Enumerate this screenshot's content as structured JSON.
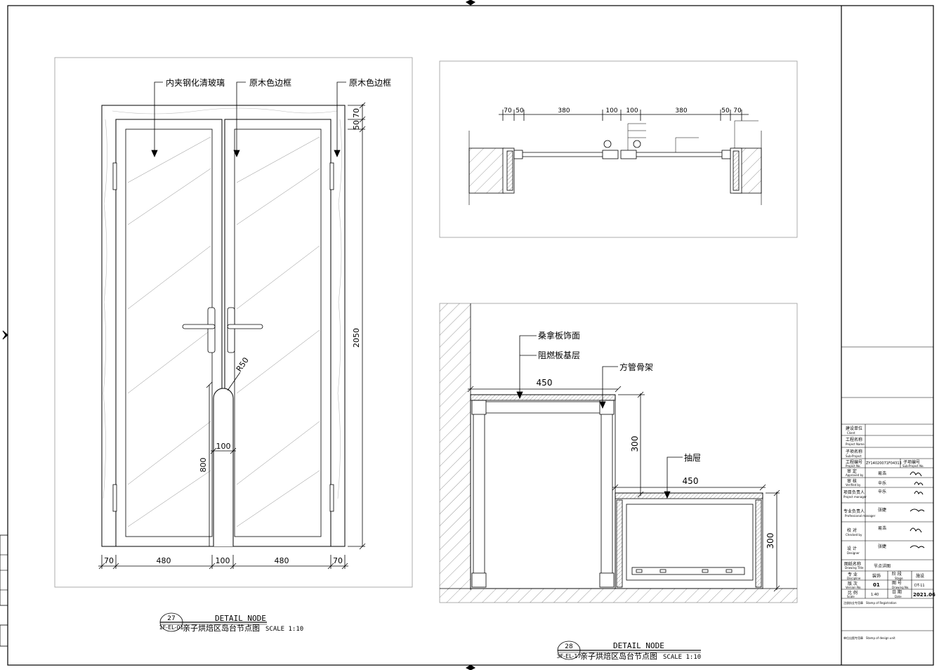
{
  "drawing1": {
    "callouts": [
      "内夹钢化清玻璃",
      "原木色边框",
      "原木色边框"
    ],
    "dims_bottom": [
      "70",
      "480",
      "100",
      "480",
      "70"
    ],
    "dims_right": [
      "70",
      "50",
      "2050"
    ],
    "radius_label": "R50",
    "inner_width": "100",
    "inner_height": "800",
    "tag_number": "27",
    "tag_ref": "1F-EL-01",
    "title_en": "DETAIL NODE",
    "title_cn": "亲子烘焙区岛台节点图",
    "scale": "SCALE 1:10"
  },
  "drawing2": {
    "dims_top": [
      "70",
      "50",
      "380",
      "100",
      "100",
      "380",
      "50",
      "70"
    ]
  },
  "drawing3": {
    "callouts": [
      "桑拿板饰面",
      "阻燃板基层",
      "方管骨架",
      "抽屉"
    ],
    "dims": [
      "450",
      "300",
      "450",
      "300"
    ],
    "tag_number": "28",
    "tag_ref": "3F-EL-17",
    "title_en": "DETAIL NODE",
    "title_cn": "亲子烘焙区岛台节点图",
    "scale": "SCALE 1:10"
  },
  "titleblock": {
    "rows": [
      {
        "label": "建设单位",
        "sub": "Client"
      },
      {
        "label": "工程名称",
        "sub": "Project Name"
      },
      {
        "label": "子项名称",
        "sub": "Sub-Project"
      },
      {
        "label": "工程编号",
        "sub": "Project No.",
        "value": "ZY14020071F04313",
        "label2": "子项编号",
        "sub2": "Sub-Project No."
      },
      {
        "label": "审 定",
        "sub": "Approved by",
        "value": "易浩"
      },
      {
        "label": "审 核",
        "sub": "Verified by",
        "value": "辛乐"
      },
      {
        "label": "项目负责人",
        "sub": "Project manager",
        "value": "辛乐"
      },
      {
        "label": "专业负责人",
        "sub": "Professional manager",
        "value": "张婕"
      },
      {
        "label": "校 对",
        "sub": "Checked by",
        "value": "易浩"
      },
      {
        "label": "设 计",
        "sub": "Designer",
        "value": "张婕"
      }
    ],
    "drawing_title_label": "图纸名称",
    "drawing_title_sub": "Drawing Title",
    "drawing_title": "节点详图",
    "specialty_label": "专 业",
    "specialty_sub": "Discipline",
    "specialty": "装饰",
    "stage_label": "阶 段",
    "stage_sub": "Stage",
    "stage": "施设",
    "version_label": "版 次",
    "version_sub": "Version No.",
    "version": "01",
    "drawing_no_label": "图 号",
    "drawing_no_sub": "Drawing No.",
    "drawing_no": "DT-11",
    "scale_label": "比 例",
    "scale_sub": "Scale",
    "scale": "1:40",
    "date_label": "日 期",
    "date_sub": "Date",
    "date": "2021.06",
    "stamp_registration": "注册执业专用章",
    "stamp_registration_en": "Stamp of Registration",
    "stamp_design_unit": "单位出图专用章",
    "stamp_design_unit_en": "Stamp of design unit"
  }
}
